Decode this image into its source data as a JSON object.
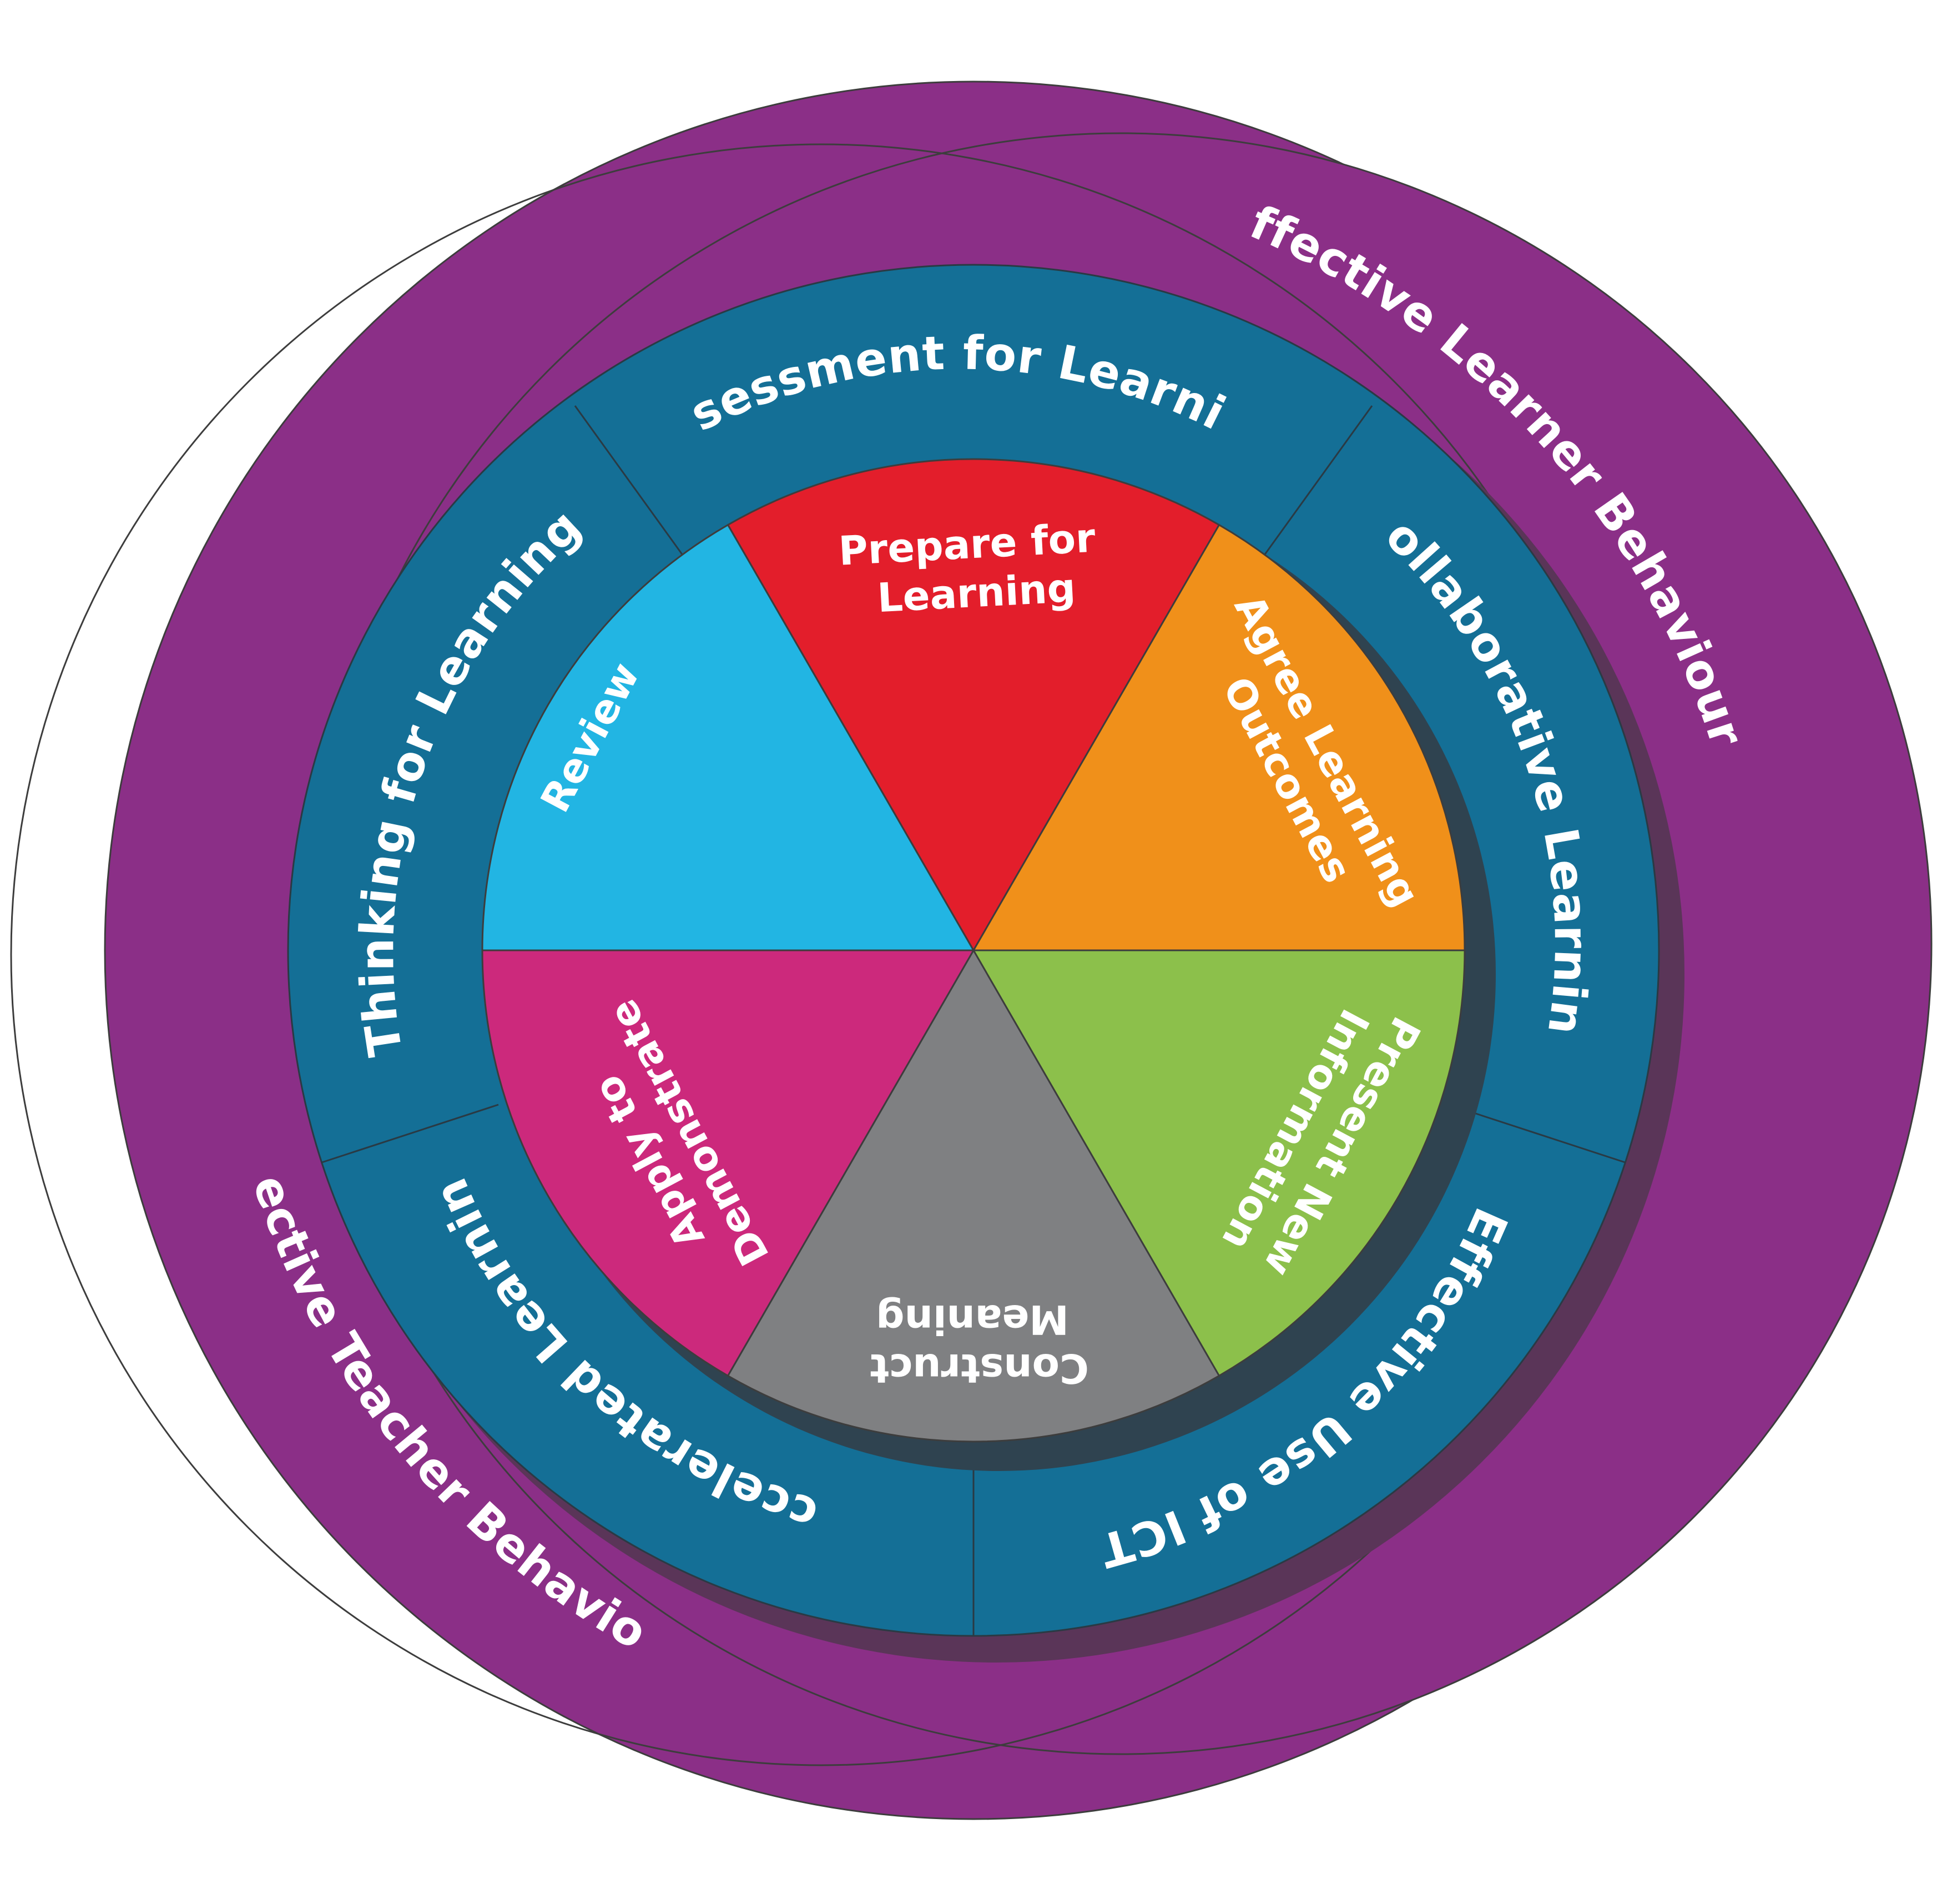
{
  "outer_ring": {
    "labels": [
      {
        "text": "Effective Learner Behaviours",
        "color": "#8b2f87"
      },
      {
        "text": "Effective Teacher Behaviours",
        "color": "#8b2f87"
      }
    ]
  },
  "middle_ring": {
    "color": "#146f96",
    "segments": [
      {
        "text": "Assessment for Learning"
      },
      {
        "text": "Collaborative Learning"
      },
      {
        "text": "Effective Use of ICT"
      },
      {
        "text": "Accelerated Learning"
      },
      {
        "text": "Thinking for Learning"
      }
    ]
  },
  "inner_wheel": {
    "segments": [
      {
        "lines": [
          "Prepare for",
          "Learning"
        ],
        "color": "#e31e2b"
      },
      {
        "lines": [
          "Agree Learning",
          "Outcomes"
        ],
        "color": "#f0901a"
      },
      {
        "lines": [
          "Present New",
          "Information"
        ],
        "color": "#8cc04b"
      },
      {
        "lines": [
          "Construct",
          "Meaning"
        ],
        "color": "#7f8082"
      },
      {
        "lines": [
          "Apply to",
          "Demonstrate"
        ],
        "color": "#cc297c"
      },
      {
        "lines": [
          "Review"
        ],
        "color": "#22b5e3"
      }
    ]
  }
}
